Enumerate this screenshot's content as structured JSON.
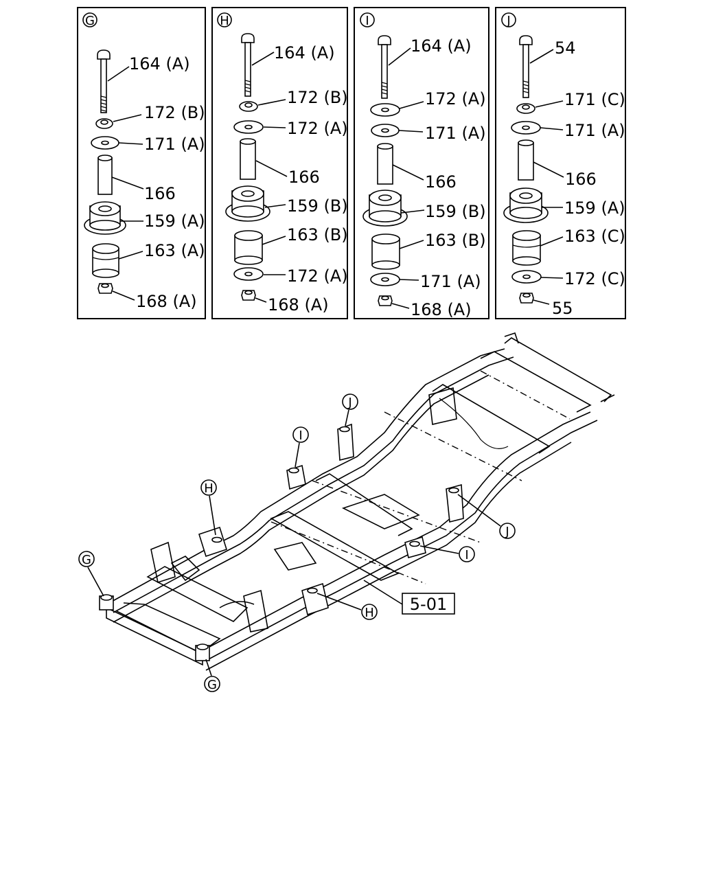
{
  "panels": [
    {
      "marker": "G",
      "labels": [
        "164 (A)",
        "172 (B)",
        "171 (A)",
        "166",
        "159 (A)",
        "163 (A)",
        "168 (A)"
      ]
    },
    {
      "marker": "H",
      "labels": [
        "164 (A)",
        "172 (B)",
        "172 (A)",
        "166",
        "159 (B)",
        "163 (B)",
        "172 (A)",
        "168 (A)"
      ]
    },
    {
      "marker": "I",
      "labels": [
        "164 (A)",
        "172 (A)",
        "171 (A)",
        "166",
        "159 (B)",
        "163 (B)",
        "171 (A)",
        "168 (A)"
      ]
    },
    {
      "marker": "J",
      "labels": [
        "54",
        "171 (C)",
        "171 (A)",
        "166",
        "159 (A)",
        "163 (C)",
        "172 (C)",
        "55"
      ]
    }
  ],
  "frame_callouts": {
    "g_front_left": "G",
    "g_front_right": "G",
    "h_left": "H",
    "h_right": "H",
    "i_left": "I",
    "i_right": "I",
    "j_left": "J",
    "j_right": "J"
  },
  "reference_box": "5-01"
}
